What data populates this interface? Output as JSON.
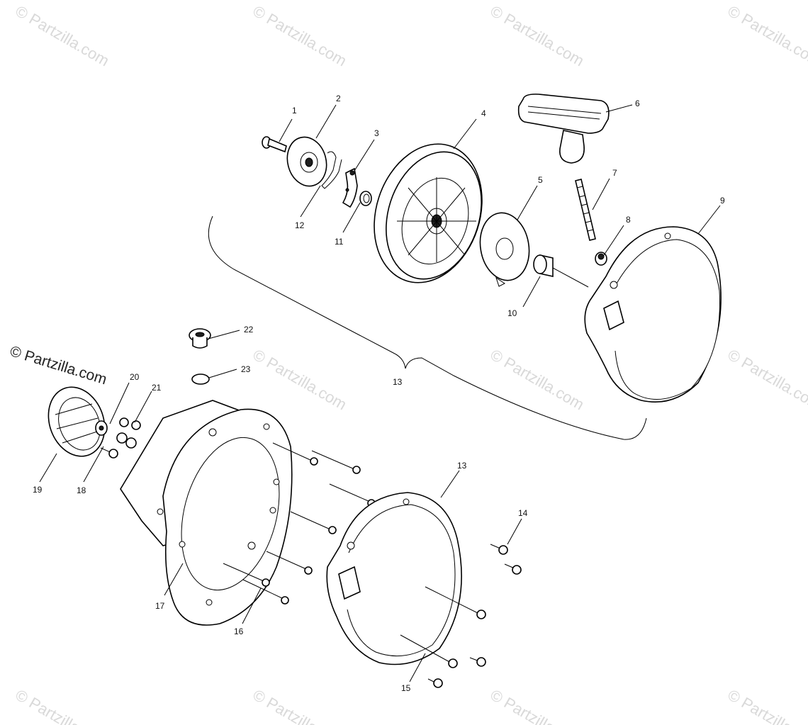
{
  "watermark": {
    "text": "© Partzilla.com"
  },
  "copyright_stamp": "© Partzilla.com",
  "callouts": [
    "1",
    "2",
    "3",
    "4",
    "5",
    "6",
    "7",
    "8",
    "9",
    "10",
    "11",
    "12",
    "13",
    "13",
    "14",
    "15",
    "16",
    "17",
    "18",
    "19",
    "20",
    "21",
    "22",
    "23"
  ],
  "colors": {
    "line": "#000000",
    "watermark": "#d9d9d9",
    "background": "#ffffff"
  }
}
